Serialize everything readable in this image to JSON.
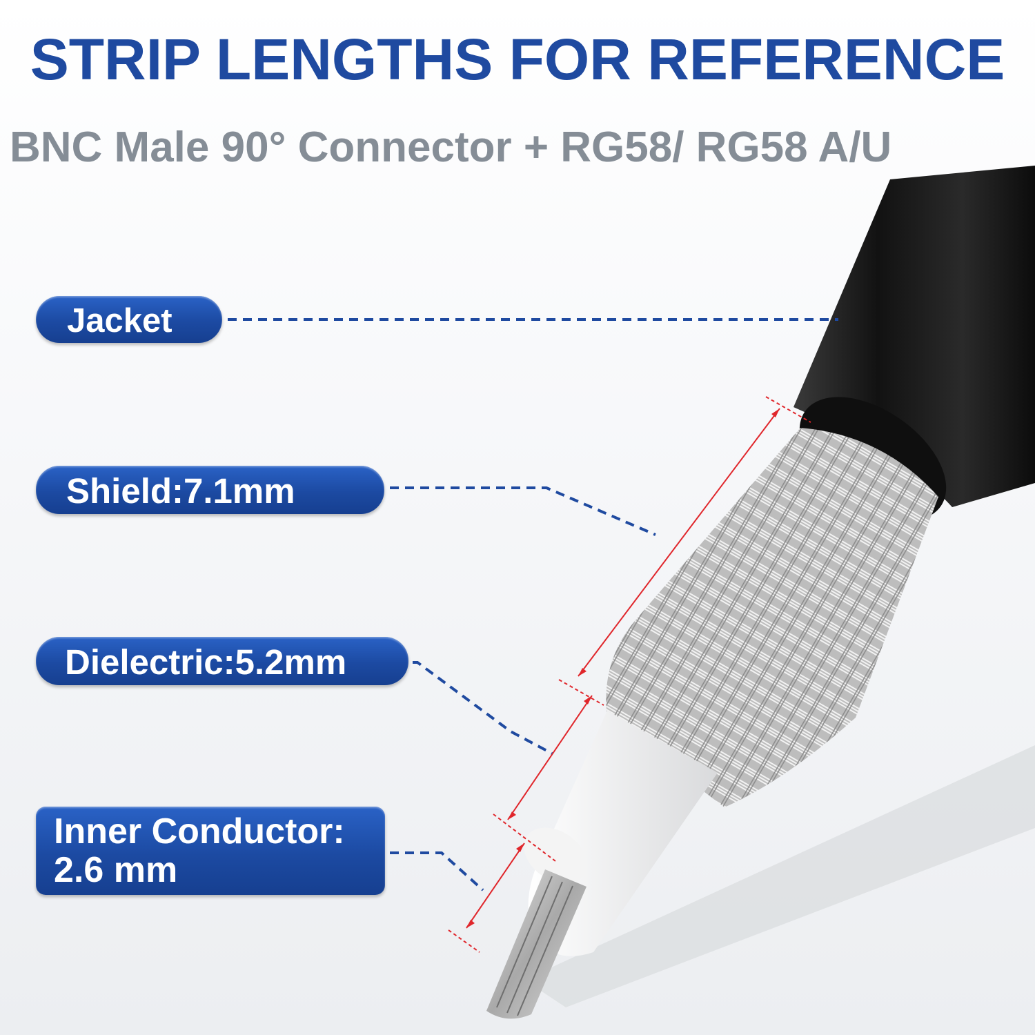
{
  "header": {
    "title": "STRIP LENGTHS FOR REFERENCE",
    "subtitle": "BNC Male 90° Connector + RG58/ RG58 A/U"
  },
  "labels": [
    {
      "id": "jacket",
      "text": "Jacket"
    },
    {
      "id": "shield",
      "text": "Shield:7.1mm"
    },
    {
      "id": "dielectric",
      "text": "Dielectric:5.2mm"
    },
    {
      "id": "inner_conductor",
      "line1": "Inner Conductor:",
      "line2": "2.6 mm"
    }
  ],
  "measurements": {
    "shield_mm": 7.1,
    "dielectric_mm": 5.2,
    "inner_conductor_mm": 2.6
  },
  "colors": {
    "title": "#1f4aa0",
    "subtitle": "#858d96",
    "pill": "#1c4aa2",
    "leader_line": "#1f4aa0",
    "dimension_line": "#e0262b",
    "jacket": "#151515"
  }
}
